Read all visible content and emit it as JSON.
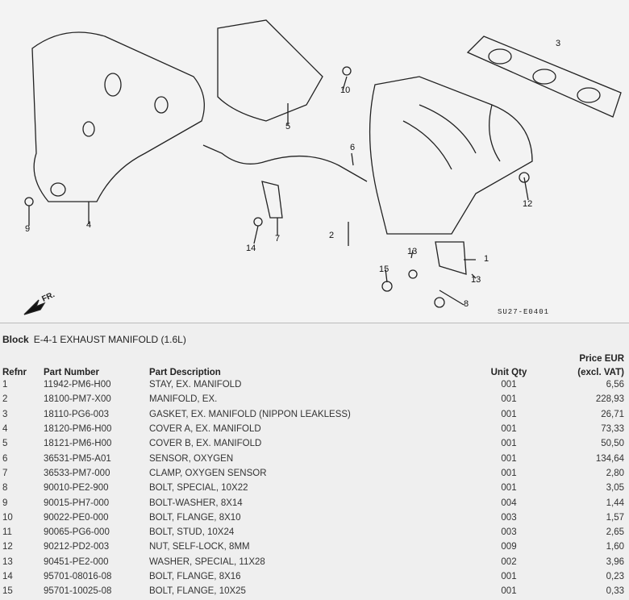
{
  "diagram": {
    "callouts": [
      "1",
      "2",
      "3",
      "4",
      "5",
      "6",
      "7",
      "8",
      "9",
      "10",
      "12",
      "13",
      "13",
      "14",
      "15"
    ],
    "direction_label": "FR.",
    "drawing_code": "SU27-E0401"
  },
  "block": {
    "label": "Block",
    "title": "E-4-1 EXHAUST MANIFOLD (1.6L)"
  },
  "table": {
    "headers": {
      "refnr": "Refnr",
      "part_number": "Part Number",
      "description": "Part Description",
      "qty": "Unit Qty",
      "price_top": "Price EUR",
      "price_bottom": "(excl. VAT)"
    },
    "rows": [
      [
        "1",
        "11942-PM6-H00",
        "STAY, EX. MANIFOLD",
        "001",
        "6,56"
      ],
      [
        "2",
        "18100-PM7-X00",
        "MANIFOLD, EX.",
        "001",
        "228,93"
      ],
      [
        "3",
        "18110-PG6-003",
        "GASKET, EX. MANIFOLD (NIPPON LEAKLESS)",
        "001",
        "26,71"
      ],
      [
        "4",
        "18120-PM6-H00",
        "COVER A, EX. MANIFOLD",
        "001",
        "73,33"
      ],
      [
        "5",
        "18121-PM6-H00",
        "COVER B, EX. MANIFOLD",
        "001",
        "50,50"
      ],
      [
        "6",
        "36531-PM5-A01",
        "SENSOR, OXYGEN",
        "001",
        "134,64"
      ],
      [
        "7",
        "36533-PM7-000",
        "CLAMP, OXYGEN SENSOR",
        "001",
        "2,80"
      ],
      [
        "8",
        "90010-PE2-900",
        "BOLT, SPECIAL, 10X22",
        "001",
        "3,05"
      ],
      [
        "9",
        "90015-PH7-000",
        "BOLT-WASHER, 8X14",
        "004",
        "1,44"
      ],
      [
        "10",
        "90022-PE0-000",
        "BOLT, FLANGE, 8X10",
        "003",
        "1,57"
      ],
      [
        "11",
        "90065-PG6-000",
        "BOLT, STUD, 10X24",
        "003",
        "2,65"
      ],
      [
        "12",
        "90212-PD2-003",
        "NUT, SELF-LOCK, 8MM",
        "009",
        "1,60"
      ],
      [
        "13",
        "90451-PE2-000",
        "WASHER, SPECIAL, 11X28",
        "002",
        "3,96"
      ],
      [
        "14",
        "95701-08016-08",
        "BOLT, FLANGE, 8X16",
        "001",
        "0,23"
      ],
      [
        "15",
        "95701-10025-08",
        "BOLT, FLANGE, 10X25",
        "001",
        "0,33"
      ]
    ]
  }
}
